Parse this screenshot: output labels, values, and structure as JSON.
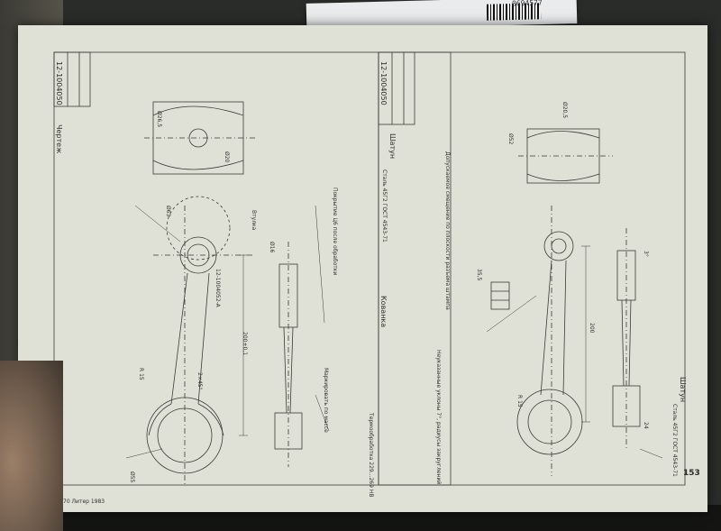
{
  "sheet": {
    "page_number": "153",
    "footer_left": "70  Литер  1983"
  },
  "left_drawing": {
    "number": "12-1004050",
    "title": "Шатун",
    "material": "Сталь 45Г2 ГОСТ 4543-71",
    "side_label": "Чертеж",
    "detail_number": "12-1004052-А",
    "bushing_label": "Втулка",
    "dimensions": [
      "Ø63",
      "Ø20",
      "200±0,1",
      "R 15",
      "Ø55",
      "2×45°",
      "Ø16",
      "Ø26,5"
    ],
    "notes": [
      "Покрытие Ц6 после обработки",
      "Термообработка 229...269 НВ",
      "Маркировать по массе"
    ]
  },
  "right_drawing": {
    "number": "12-1004050",
    "title": "Шатун",
    "material": "Сталь 45Г2 ГОСТ 4543-71",
    "side_label": "Кованка",
    "dimensions": [
      "Ø52",
      "Ø20,5",
      "200",
      "R 15",
      "3°",
      "35,5",
      "24"
    ],
    "notes": [
      "Допускаемое смещение по плоскости разъема штампа",
      "Неуказанные уклоны 7°, радиусы закруглений"
    ]
  }
}
